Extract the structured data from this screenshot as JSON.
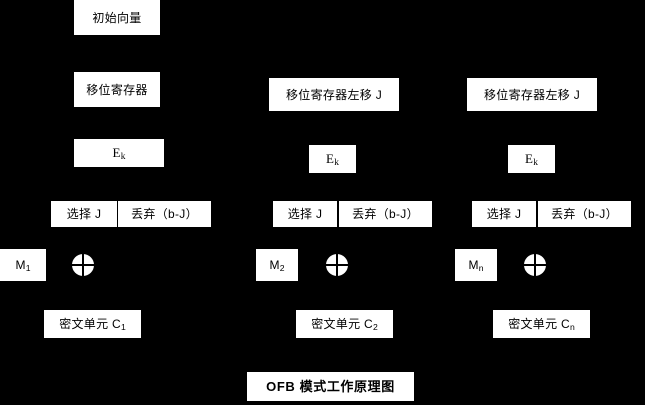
{
  "diagram": {
    "title": "OFB 模式工作原理图",
    "background_color": "#000000",
    "node_fill_color": "#ffffff",
    "node_text_color": "#000000",
    "nodes": {
      "iv": "初始向量",
      "shift_register_1": "移位寄存器",
      "shift_register_2": "移位寄存器左移 J",
      "shift_register_3": "移位寄存器左移 J",
      "encrypt_1_prefix": "E",
      "encrypt_1_sub": "k",
      "encrypt_2_prefix": "E",
      "encrypt_2_sub": "k",
      "encrypt_3_prefix": "E",
      "encrypt_3_sub": "k",
      "select_1": "选择 J",
      "discard_1": "丢弃（b-J）",
      "select_2": "选择 J",
      "discard_2": "丢弃（b-J）",
      "select_3": "选择 J",
      "discard_3": "丢弃（b-J）",
      "message_1_prefix": "M",
      "message_1_sub": "1",
      "message_2_prefix": "M",
      "message_2_sub": "2",
      "message_3_prefix": "M",
      "message_3_sub": "n",
      "cipher_1_prefix": "密文单元 C",
      "cipher_1_sub": "1",
      "cipher_2_prefix": "密文单元 C",
      "cipher_2_sub": "2",
      "cipher_3_prefix": "密文单元 C",
      "cipher_3_sub": "n"
    },
    "operators": {
      "xor_1": "xor-operator",
      "xor_2": "xor-operator",
      "xor_3": "xor-operator"
    }
  }
}
